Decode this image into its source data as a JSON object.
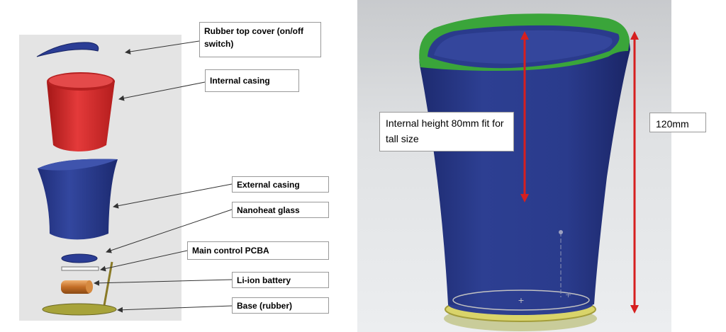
{
  "labels": {
    "rubber_top": "Rubber top cover (on/off switch)",
    "internal_casing": "Internal casing",
    "external_casing": "External casing",
    "nanoheat_glass": "Nanoheat glass",
    "main_pcba": "Main control PCBA",
    "battery": "Li-ion battery",
    "base": "Base (rubber)"
  },
  "dimensions": {
    "internal_height": "Internal height 80mm fit for tall size",
    "total_height": "120mm"
  },
  "colors": {
    "internal_casing": "#d42a2a",
    "external_casing": "#2b3d95",
    "top_ring": "#3aa53a",
    "dimension_arrow": "#d61f1f",
    "base": "#9c9a38",
    "battery": "#c9772c"
  }
}
